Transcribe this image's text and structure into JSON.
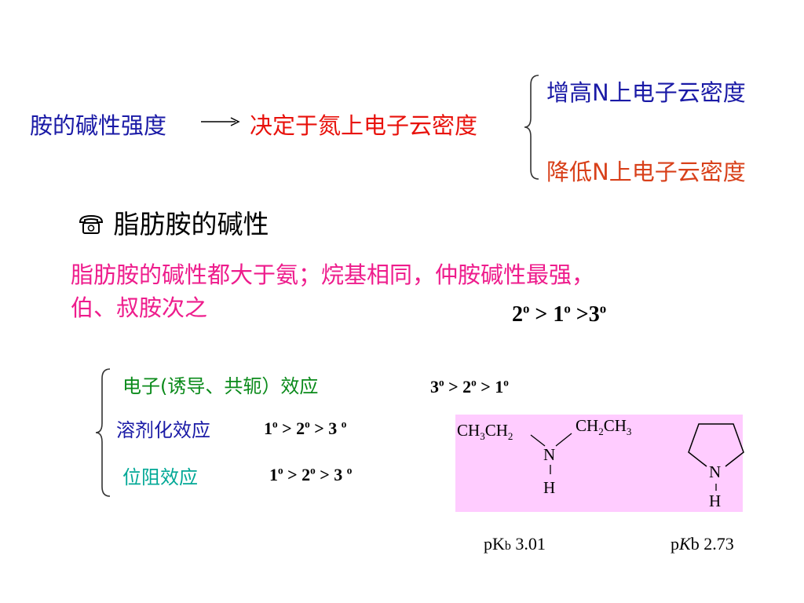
{
  "colors": {
    "blue": "#1a1aa6",
    "red": "#e8120c",
    "orange_red": "#d8401a",
    "magenta": "#ee1c8c",
    "green": "#0a8a1a",
    "teal": "#00a896",
    "box_bg": "#ffccff"
  },
  "top": {
    "left_label": "胺的碱性强度",
    "middle_label": "决定于氮上电子云密度",
    "branch_up": "增高N上电子云密度",
    "branch_down": "降低N上电子云密度"
  },
  "section": {
    "icon": "telephone-icon",
    "title": "脂肪胺的碱性",
    "desc_line1": "脂肪胺的碱性都大于氨；烷基相同，仲胺碱性最强，",
    "desc_line2": "伯、叔胺次之"
  },
  "order_main": {
    "a": "2",
    "op1": " > 1",
    "op2": " >3",
    "deg": "o"
  },
  "factors": {
    "electronic": "电子(诱导、共轭）效应",
    "solvation": "溶剂化效应",
    "steric": "位阻效应"
  },
  "orders": {
    "electronic": {
      "a": "3",
      "b": " > 2",
      "c": " > 1",
      "deg": "o"
    },
    "solvation": {
      "a": "1",
      "b": " > 2",
      "c": " > 3 ",
      "deg": "o"
    },
    "steric": {
      "a": "1",
      "b": " > 2",
      "c": " > 3 ",
      "deg": "o"
    }
  },
  "molecules": {
    "diethylamine": {
      "left_group_text": "CH",
      "left_group_sub1": "3",
      "left_group_mid": "CH",
      "left_group_sub2": "2",
      "right_group_text": "CH",
      "right_group_sub1": "2",
      "right_group_mid": "CH",
      "right_group_sub2": "3",
      "n": "N",
      "h": "H"
    },
    "pyrrolidine": {
      "n": "N",
      "h": "H"
    }
  },
  "pkb": {
    "left_prefix": "pK",
    "left_sub": "b",
    "left_value": " 3.01",
    "right_prefix": "p",
    "right_italic": "K",
    "right_suffix": "b 2.73"
  }
}
